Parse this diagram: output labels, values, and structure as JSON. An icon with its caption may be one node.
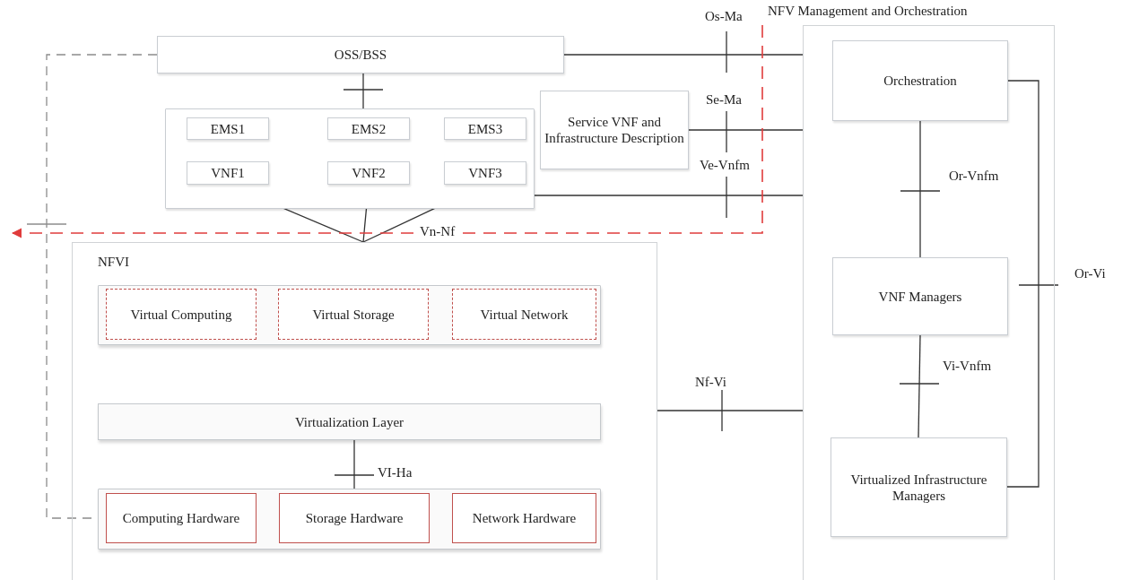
{
  "diagram": {
    "nodes": [
      {
        "text": [
          "OSS/BSS"
        ]
      },
      {
        "text": [],
        "shape": "box"
      },
      {
        "text": [
          "EMS1"
        ],
        "in": 1
      },
      {
        "text": [
          "EMS2"
        ],
        "in": 1
      },
      {
        "text": [
          "EMS3"
        ],
        "in": 1
      },
      {
        "text": [
          "VNF1"
        ],
        "in": 1
      },
      {
        "text": [
          "VNF2"
        ],
        "in": 1
      },
      {
        "text": [
          "VNF3"
        ],
        "in": 1
      },
      {
        "text": [
          "Service VNF and Infrastructure Description"
        ]
      },
      {
        "text": [
          "NFV Management and Orchestration"
        ]
      },
      {
        "text": [
          "Orchestration"
        ],
        "in": 9
      },
      {
        "text": [
          "VNF Managers"
        ],
        "in": 9
      },
      {
        "text": [
          "Virtualized Infrastructure Managers"
        ],
        "in": 9
      },
      {
        "text": [
          "NFVI"
        ]
      },
      {
        "text": [],
        "shape": "box",
        "in": 13
      },
      {
        "text": [
          "Virtual Computing"
        ],
        "in": 14
      },
      {
        "text": [
          "Virtual Storage"
        ],
        "in": 14
      },
      {
        "text": [
          "Virtual Network"
        ],
        "in": 14
      },
      {
        "text": [
          "Virtualization Layer"
        ],
        "in": 13
      },
      {
        "text": [],
        "shape": "box",
        "in": 13
      },
      {
        "text": [
          "Computing Hardware"
        ],
        "in": 19
      },
      {
        "text": [
          "Storage Hardware"
        ],
        "in": 19
      },
      {
        "text": [
          "Network Hardware"
        ],
        "in": 19
      }
    ],
    "edges": [
      {
        "from": 0,
        "to": 1,
        "arrow": "none"
      },
      {
        "from": 0,
        "to": 9,
        "arrow": "none",
        "label": "Os-Ma"
      },
      {
        "from": 8,
        "to": 9,
        "arrow": "none",
        "label": "Se-Ma"
      },
      {
        "from": 1,
        "to": 9,
        "arrow": "none",
        "label": "Ve-Vnfm"
      },
      {
        "from": 5,
        "to": 13,
        "arrow": "none"
      },
      {
        "from": 6,
        "to": 13,
        "arrow": "none"
      },
      {
        "from": 7,
        "to": 13,
        "arrow": "none",
        "label": "Vn-Nf"
      },
      {
        "from": 10,
        "to": 11,
        "arrow": "none",
        "label": "Or-Vnfm"
      },
      {
        "from": 11,
        "to": 12,
        "arrow": "none",
        "label": "Vi-Vnfm"
      },
      {
        "from": 10,
        "to": 12,
        "arrow": "none",
        "label": "Or-Vi"
      },
      {
        "from": 13,
        "to": 9,
        "arrow": "none",
        "label": "Nf-Vi"
      },
      {
        "from": 18,
        "to": 21,
        "arrow": "none",
        "label": "VI-Ha"
      },
      {
        "from": 0,
        "to": 19,
        "arrow": "none",
        "style": "dashed",
        "color": "#8c8c8c"
      }
    ]
  }
}
